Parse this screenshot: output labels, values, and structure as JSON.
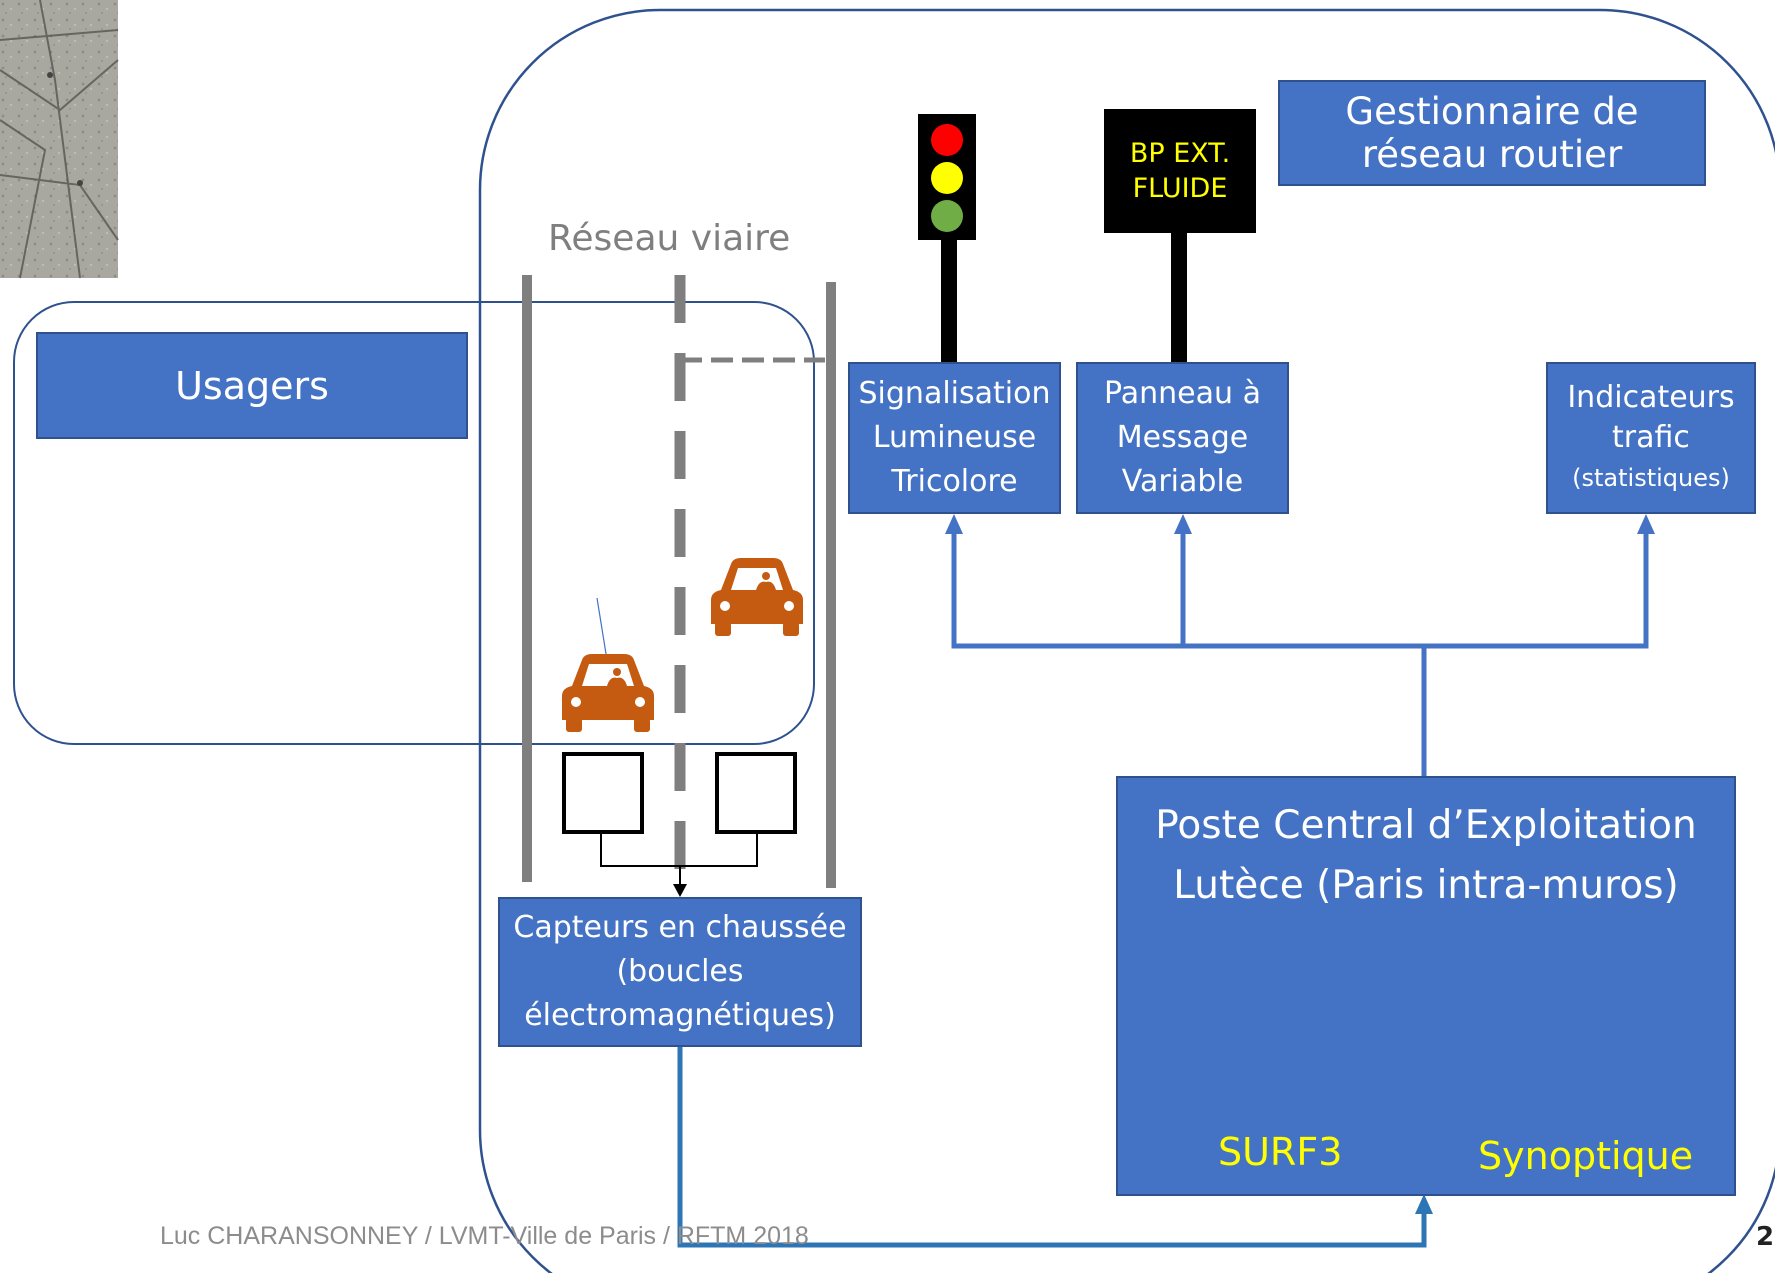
{
  "network_label": "Réseau viaire",
  "gestionnaire": {
    "line1": "Gestionnaire de",
    "line2": "réseau routier"
  },
  "usagers": "Usagers",
  "vms_sign": {
    "line1": "BP EXT.",
    "line2": "FLUIDE"
  },
  "slt": {
    "line1": "Signalisation",
    "line2": "Lumineuse",
    "line3": "Tricolore"
  },
  "pmv": {
    "line1": "Panneau à",
    "line2": "Message",
    "line3": "Variable"
  },
  "indicateurs": {
    "line1": "Indicateurs",
    "line2": "trafic",
    "line3": "(statistiques)"
  },
  "capteurs": {
    "line1": "Capteurs en chaussée",
    "line2": "(boucles",
    "line3": "électromagnétiques)"
  },
  "pce": {
    "line1": "Poste Central d’Exploitation",
    "line2": "Lutèce (Paris intra-muros)"
  },
  "surf3": "SURF3",
  "synoptique": "Synoptique",
  "footer": "Luc CHARANSONNEY / LVMT-Ville de Paris / RFTM 2018",
  "page_number": "2",
  "colors": {
    "box_fill": "#4472c4",
    "box_border": "#2f528f",
    "outline": "#2f528f",
    "connector": "#4472c4",
    "car": "#c55a11",
    "highlight_text": "#ffff00",
    "road": "#7f7f7f"
  }
}
